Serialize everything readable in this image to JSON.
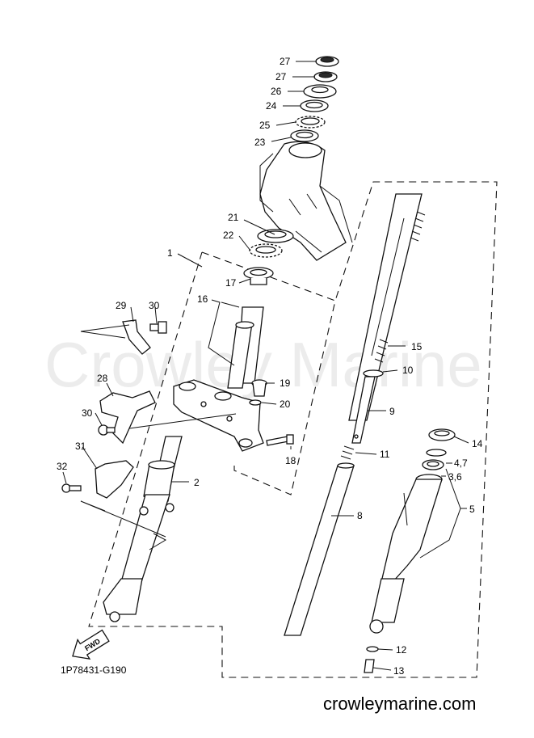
{
  "diagram_code": "1P78431-G190",
  "watermark": "Crowley Marine",
  "site_footer": "crowleymarine.com",
  "direction_arrow": "FWD",
  "callouts": [
    "27",
    "27",
    "26",
    "24",
    "25",
    "23",
    "21",
    "22",
    "1",
    "17",
    "16",
    "29",
    "30",
    "15",
    "10",
    "19",
    "28",
    "20",
    "30",
    "9",
    "31",
    "14",
    "18",
    "11",
    "32",
    "2",
    "4,7",
    "3,6",
    "5",
    "8",
    "12",
    "13"
  ],
  "icons": [
    "fwd-arrow-icon"
  ]
}
